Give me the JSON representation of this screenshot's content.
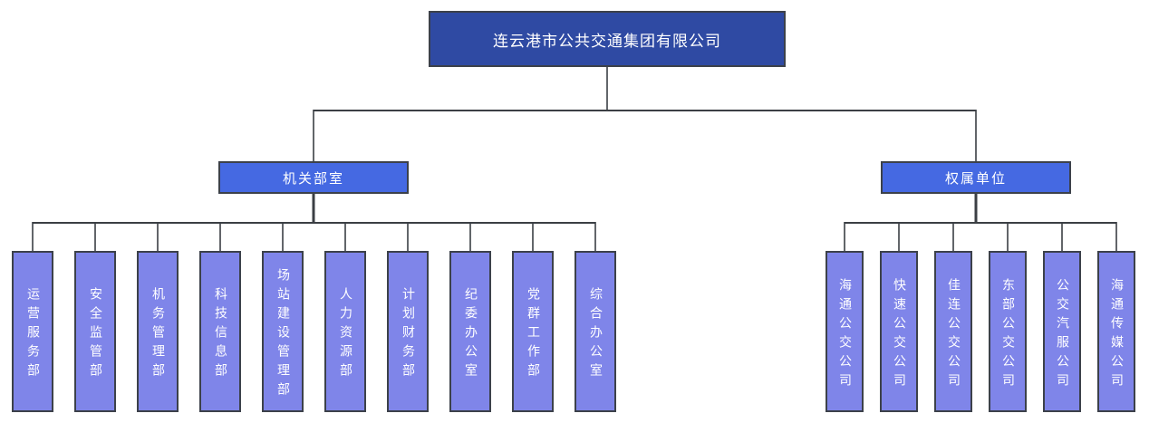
{
  "chart": {
    "root": {
      "label": "连云港市公共交通集团有限公司"
    },
    "branches": [
      {
        "label": "机关部室",
        "children": [
          "运营服务部",
          "安全监管部",
          "机务管理部",
          "科技信息部",
          "场站建设管理部",
          "人力资源部",
          "计划财务部",
          "纪委办公室",
          "党群工作部",
          "综合办公室"
        ]
      },
      {
        "label": "权属单位",
        "children": [
          "海通公交公司",
          "快速公交公司",
          "佳连公交公司",
          "东部公交公司",
          "公交汽服公司",
          "海通传媒公司"
        ]
      }
    ],
    "colors": {
      "canvas_bg": "#ffffff",
      "root_fill": "#2f4aa3",
      "branch_fill": "#4569e2",
      "child_fill": "#7f85e9",
      "box_border": "#3c414a",
      "line": "#3b3f44",
      "text": "#ffffff"
    }
  }
}
